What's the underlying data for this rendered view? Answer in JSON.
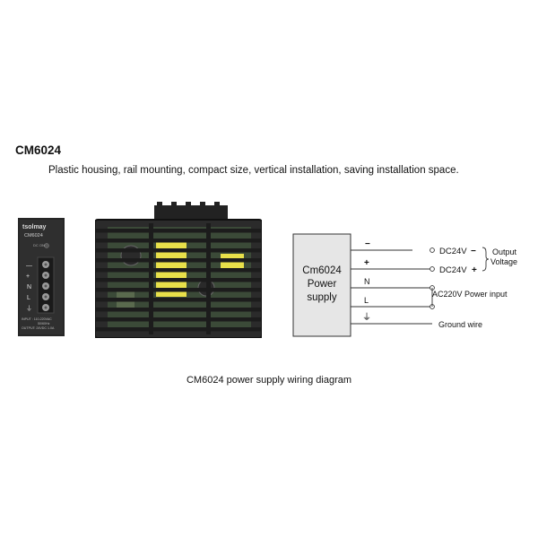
{
  "header": {
    "model": "CM6024",
    "description": "Plastic housing, rail mounting, compact size, vertical installation, saving installation space."
  },
  "front_panel": {
    "brand": "tsolmay",
    "model": "CM6024",
    "terminals": [
      "—",
      "+",
      "N",
      "L",
      "⏚"
    ],
    "spec_lines": [
      "INPUT : 110-220VAC",
      "50/60Hz",
      "OUTPUT: 24VDC 1.0A"
    ]
  },
  "diagram": {
    "box_label_lines": [
      "Cm6024",
      "Power",
      "supply"
    ],
    "pins": [
      "−",
      "+",
      "N",
      "L",
      "⏚"
    ],
    "dc_labels": [
      "DC24V",
      "DC24V"
    ],
    "dc_signs": [
      "−",
      "+"
    ],
    "output_label_lines": [
      "Output",
      "Voltage"
    ],
    "ac_label": "AC220V Power input",
    "ground_label": "Ground wire"
  },
  "caption": "CM6024 power supply wiring diagram",
  "colors": {
    "housing": "#2b2b2b",
    "pcb_yellow": "#e8e04a",
    "box_fill": "#e6e6e6",
    "line": "#333333"
  }
}
